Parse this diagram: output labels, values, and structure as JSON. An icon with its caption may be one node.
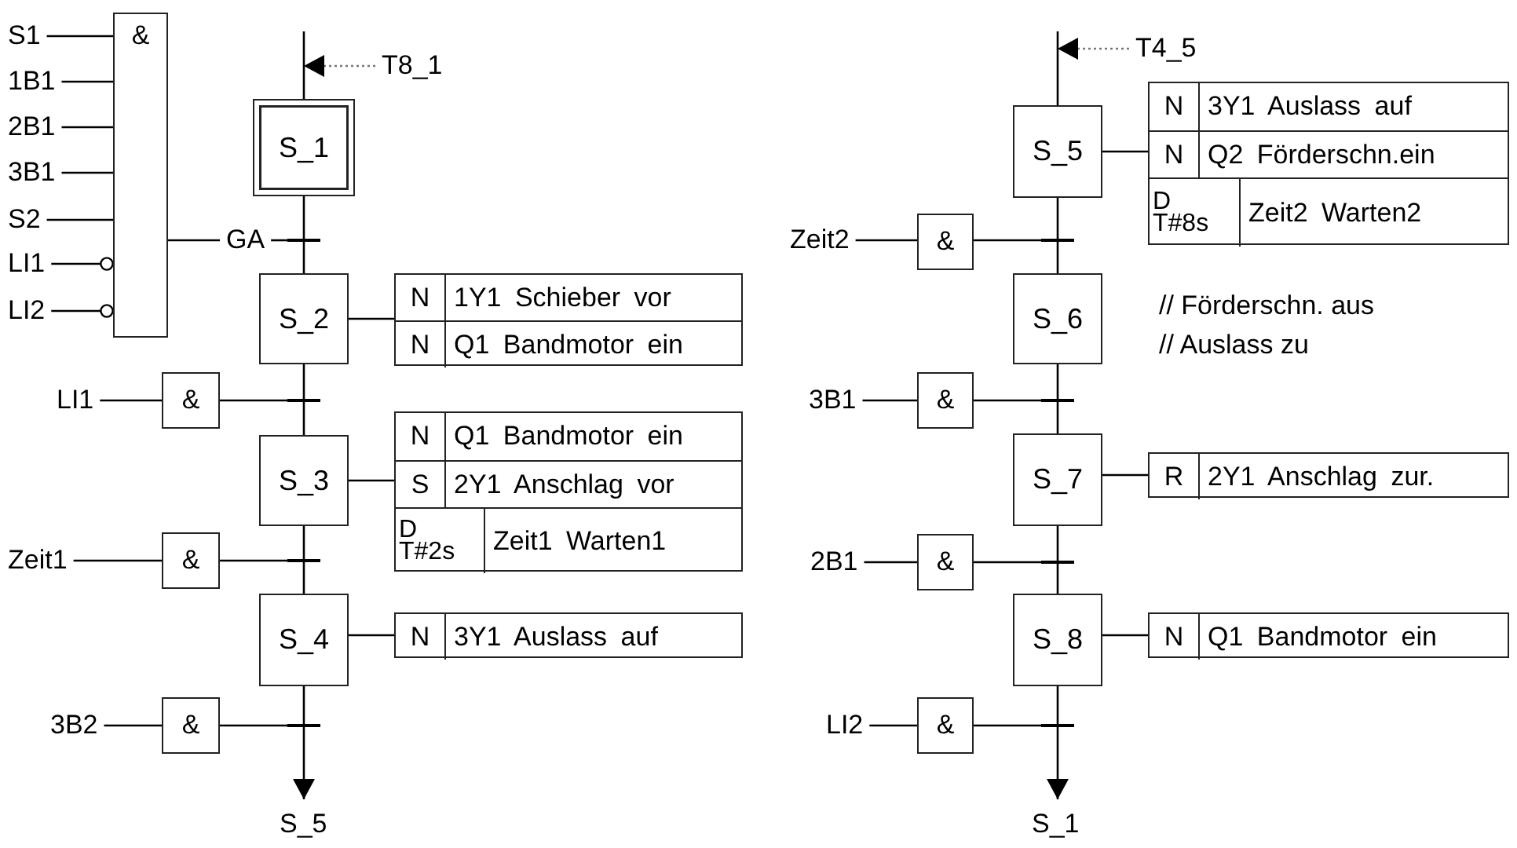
{
  "diagram": {
    "nodes": [
      {
        "text": [
          "&"
        ]
      },
      {
        "text": [
          "S1"
        ]
      },
      {
        "text": [
          "1B1"
        ]
      },
      {
        "text": [
          "2B1"
        ]
      },
      {
        "text": [
          "3B1"
        ]
      },
      {
        "text": [
          "S2"
        ]
      },
      {
        "text": [
          "LI1"
        ]
      },
      {
        "text": [
          "LI2"
        ]
      },
      {
        "text": [
          "GA"
        ]
      },
      {
        "text": [
          "T8_1"
        ]
      },
      {
        "text": [
          "S_1"
        ]
      },
      {
        "text": [],
        "shape": "bar"
      },
      {
        "text": [
          "S_2"
        ]
      },
      {
        "text": [
          "N",
          "1Y1 Schieber vor",
          "N",
          "Q1 Bandmotor ein"
        ]
      },
      {
        "text": [
          "LI1"
        ]
      },
      {
        "text": [
          "&"
        ]
      },
      {
        "text": [],
        "shape": "bar"
      },
      {
        "text": [
          "S_3"
        ]
      },
      {
        "text": [
          "N",
          "Q1 Bandmotor ein",
          "S",
          "2Y1 Anschlag vor",
          "D T#2s",
          "Zeit1 Warten1"
        ]
      },
      {
        "text": [
          "Zeit1"
        ]
      },
      {
        "text": [
          "&"
        ]
      },
      {
        "text": [],
        "shape": "bar"
      },
      {
        "text": [
          "S_4"
        ]
      },
      {
        "text": [
          "N",
          "3Y1 Auslass auf"
        ]
      },
      {
        "text": [
          "3B2"
        ]
      },
      {
        "text": [
          "&"
        ]
      },
      {
        "text": [],
        "shape": "bar"
      },
      {
        "text": [
          "S_5"
        ]
      },
      {
        "text": [
          "T4_5"
        ]
      },
      {
        "text": [
          "S_5"
        ]
      },
      {
        "text": [
          "N",
          "3Y1 Auslass auf",
          "N",
          "Q2 Förderschn.ein",
          "D T#8s",
          "Zeit2 Warten2"
        ]
      },
      {
        "text": [
          "Zeit2"
        ]
      },
      {
        "text": [
          "&"
        ]
      },
      {
        "text": [],
        "shape": "bar"
      },
      {
        "text": [
          "S_6"
        ]
      },
      {
        "text": [
          "3B1"
        ]
      },
      {
        "text": [
          "&"
        ]
      },
      {
        "text": [],
        "shape": "bar"
      },
      {
        "text": [
          "S_7"
        ]
      },
      {
        "text": [
          "R",
          "2Y1 Anschlag zur."
        ]
      },
      {
        "text": [
          "2B1"
        ]
      },
      {
        "text": [
          "&"
        ]
      },
      {
        "text": [],
        "shape": "bar"
      },
      {
        "text": [
          "S_8"
        ]
      },
      {
        "text": [
          "N",
          "Q1 Bandmotor ein"
        ]
      },
      {
        "text": [
          "LI2"
        ]
      },
      {
        "text": [
          "&"
        ]
      },
      {
        "text": [],
        "shape": "bar"
      },
      {
        "text": [
          "S_1"
        ]
      }
    ],
    "edges": [
      {
        "from": 1,
        "to": 0,
        "arrow": "none"
      },
      {
        "from": 2,
        "to": 0,
        "arrow": "none"
      },
      {
        "from": 3,
        "to": 0,
        "arrow": "none"
      },
      {
        "from": 4,
        "to": 0,
        "arrow": "none"
      },
      {
        "from": 5,
        "to": 0,
        "arrow": "none"
      },
      {
        "from": 6,
        "to": 0,
        "arrow": "other"
      },
      {
        "from": 7,
        "to": 0,
        "arrow": "other"
      },
      {
        "from": 0,
        "to": 8,
        "arrow": "none"
      },
      {
        "from": 8,
        "to": 11,
        "arrow": "none"
      },
      {
        "from": 9,
        "to": 10,
        "arrow": "to",
        "style": "dashed",
        "color": "#777777"
      },
      {
        "from": null,
        "to": 10,
        "arrow": "none"
      },
      {
        "from": 10,
        "to": 11,
        "arrow": "none"
      },
      {
        "from": 11,
        "to": 12,
        "arrow": "none"
      },
      {
        "from": 12,
        "to": 13,
        "arrow": "none"
      },
      {
        "from": 14,
        "to": 15,
        "arrow": "none"
      },
      {
        "from": 15,
        "to": 16,
        "arrow": "none"
      },
      {
        "from": 12,
        "to": 16,
        "arrow": "none"
      },
      {
        "from": 16,
        "to": 17,
        "arrow": "none"
      },
      {
        "from": 17,
        "to": 18,
        "arrow": "none"
      },
      {
        "from": 19,
        "to": 20,
        "arrow": "none"
      },
      {
        "from": 20,
        "to": 21,
        "arrow": "none"
      },
      {
        "from": 17,
        "to": 21,
        "arrow": "none"
      },
      {
        "from": 21,
        "to": 22,
        "arrow": "none"
      },
      {
        "from": 22,
        "to": 23,
        "arrow": "none"
      },
      {
        "from": 24,
        "to": 25,
        "arrow": "none"
      },
      {
        "from": 25,
        "to": 26,
        "arrow": "none"
      },
      {
        "from": 22,
        "to": 26,
        "arrow": "none"
      },
      {
        "from": 26,
        "to": 27,
        "arrow": "to"
      },
      {
        "from": 28,
        "to": 29,
        "arrow": "to",
        "style": "dashed",
        "color": "#777777"
      },
      {
        "from": null,
        "to": 29,
        "arrow": "none"
      },
      {
        "from": 29,
        "to": 30,
        "arrow": "none"
      },
      {
        "from": 31,
        "to": 32,
        "arrow": "none"
      },
      {
        "from": 32,
        "to": 33,
        "arrow": "none"
      },
      {
        "from": 29,
        "to": 33,
        "arrow": "none"
      },
      {
        "from": 33,
        "to": 34,
        "arrow": "none"
      },
      {
        "from": 35,
        "to": 36,
        "arrow": "none"
      },
      {
        "from": 36,
        "to": 37,
        "arrow": "none"
      },
      {
        "from": 34,
        "to": 37,
        "arrow": "none"
      },
      {
        "from": 37,
        "to": 38,
        "arrow": "none"
      },
      {
        "from": 38,
        "to": 39,
        "arrow": "none"
      },
      {
        "from": 40,
        "to": 41,
        "arrow": "none"
      },
      {
        "from": 41,
        "to": 42,
        "arrow": "none"
      },
      {
        "from": 38,
        "to": 42,
        "arrow": "none"
      },
      {
        "from": 42,
        "to": 43,
        "arrow": "none"
      },
      {
        "from": 43,
        "to": 44,
        "arrow": "none"
      },
      {
        "from": 45,
        "to": 46,
        "arrow": "none"
      },
      {
        "from": 46,
        "to": 47,
        "arrow": "none"
      },
      {
        "from": 43,
        "to": 47,
        "arrow": "none"
      },
      {
        "from": 47,
        "to": 48,
        "arrow": "to"
      }
    ],
    "labels": [
      "// Förderschn. aus",
      "// Auslass zu"
    ]
  }
}
